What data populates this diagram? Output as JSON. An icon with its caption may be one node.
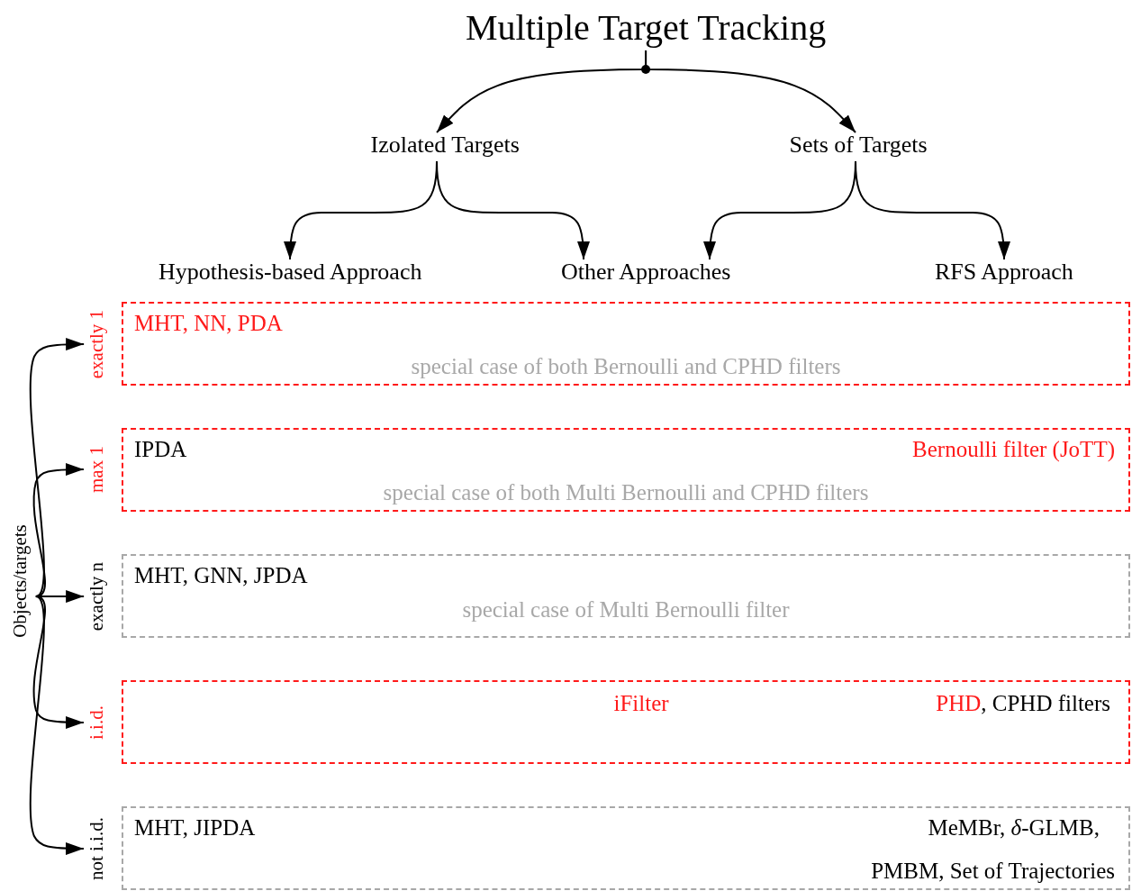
{
  "diagram": {
    "nodes": [
      {
        "text": [
          "Multiple Target Tracking"
        ]
      },
      {
        "text": [
          "Izolated Targets"
        ]
      },
      {
        "text": [
          "Sets of Targets"
        ]
      },
      {
        "text": [
          "Hypothesis-based Approach"
        ]
      },
      {
        "text": [
          "Other Approaches"
        ]
      },
      {
        "text": [
          "RFS Approach"
        ]
      },
      {
        "text": [
          "Objects/targets"
        ]
      },
      {
        "text": [
          "exactly 1"
        ]
      },
      {
        "text": [
          "max 1"
        ]
      },
      {
        "text": [
          "exactly n"
        ]
      },
      {
        "text": [
          "i.i.d."
        ]
      },
      {
        "text": [
          "not i.i.d."
        ]
      },
      {
        "text": [
          "MHT, NN, PDA",
          "special case of both Bernoulli and CPHD filters"
        ]
      },
      {
        "text": [
          "IPDA",
          "Bernoulli filter (JoTT)",
          "special case of both Multi Bernoulli and CPHD filters"
        ]
      },
      {
        "text": [
          "MHT, GNN, JPDA",
          "special case of Multi Bernoulli filter"
        ]
      },
      {
        "text": [
          "iFilter",
          "PHD",
          ", CPHD filters"
        ]
      },
      {
        "text": [
          "MHT, JIPDA",
          "MeMBr, *δ*-GLMB,",
          "PMBM, Set of Trajectories"
        ]
      }
    ],
    "edges": [
      {
        "from": 0,
        "to": 1,
        "arrow": "to"
      },
      {
        "from": 0,
        "to": 2,
        "arrow": "to"
      },
      {
        "from": 1,
        "to": 3,
        "arrow": "to"
      },
      {
        "from": 1,
        "to": 4,
        "arrow": "to"
      },
      {
        "from": 2,
        "to": 4,
        "arrow": "to"
      },
      {
        "from": 2,
        "to": 5,
        "arrow": "to"
      },
      {
        "from": 6,
        "to": 7,
        "arrow": "to"
      },
      {
        "from": 6,
        "to": 8,
        "arrow": "to"
      },
      {
        "from": 6,
        "to": 9,
        "arrow": "to"
      },
      {
        "from": 6,
        "to": 10,
        "arrow": "to"
      },
      {
        "from": 6,
        "to": 11,
        "arrow": "to"
      }
    ]
  }
}
